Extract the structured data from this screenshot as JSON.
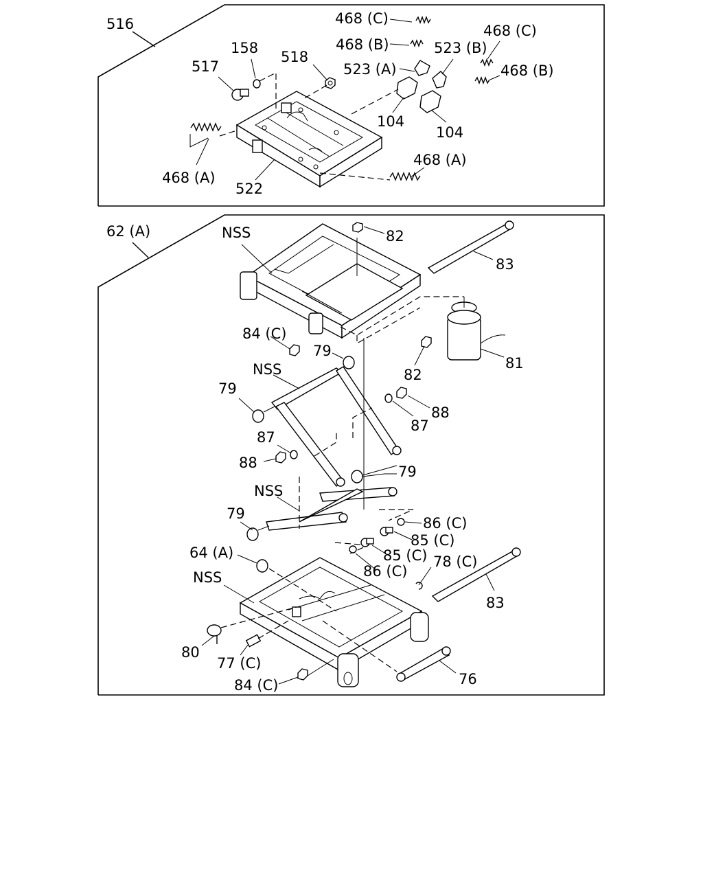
{
  "groups": {
    "upper": "516",
    "lower": "62 (A)"
  },
  "labels": {
    "p516": "516",
    "p468c_1": "468 (C)",
    "p468b_1": "468 (B)",
    "p468c_2": "468 (C)",
    "p523b": "523 (B)",
    "p523a": "523 (A)",
    "p468b_2": "468 (B)",
    "p158": "158",
    "p518": "518",
    "p517": "517",
    "p104_1": "104",
    "p104_2": "104",
    "p468a_1": "468 (A)",
    "p468a_2": "468 (A)",
    "p522": "522",
    "p62a": "62 (A)",
    "nss_1": "NSS",
    "p82_1": "82",
    "p83_1": "83",
    "p84c_1": "84 (C)",
    "p79_1": "79",
    "p82_2": "82",
    "p81": "81",
    "nss_2": "NSS",
    "p79_2": "79",
    "p88_1": "88",
    "p87_1": "87",
    "p87_2": "87",
    "p88_2": "88",
    "p79_3": "79",
    "nss_3": "NSS",
    "p79_4": "79",
    "p86c_1": "86 (C)",
    "p85c_1": "85 (C)",
    "p85c_2": "85 (C)",
    "p64a": "64 (A)",
    "p86c_2": "86 (C)",
    "p78c": "78 (C)",
    "nss_4": "NSS",
    "p83_2": "83",
    "p80": "80",
    "p77c": "77 (C)",
    "p76": "76",
    "p84c_2": "84 (C)"
  }
}
